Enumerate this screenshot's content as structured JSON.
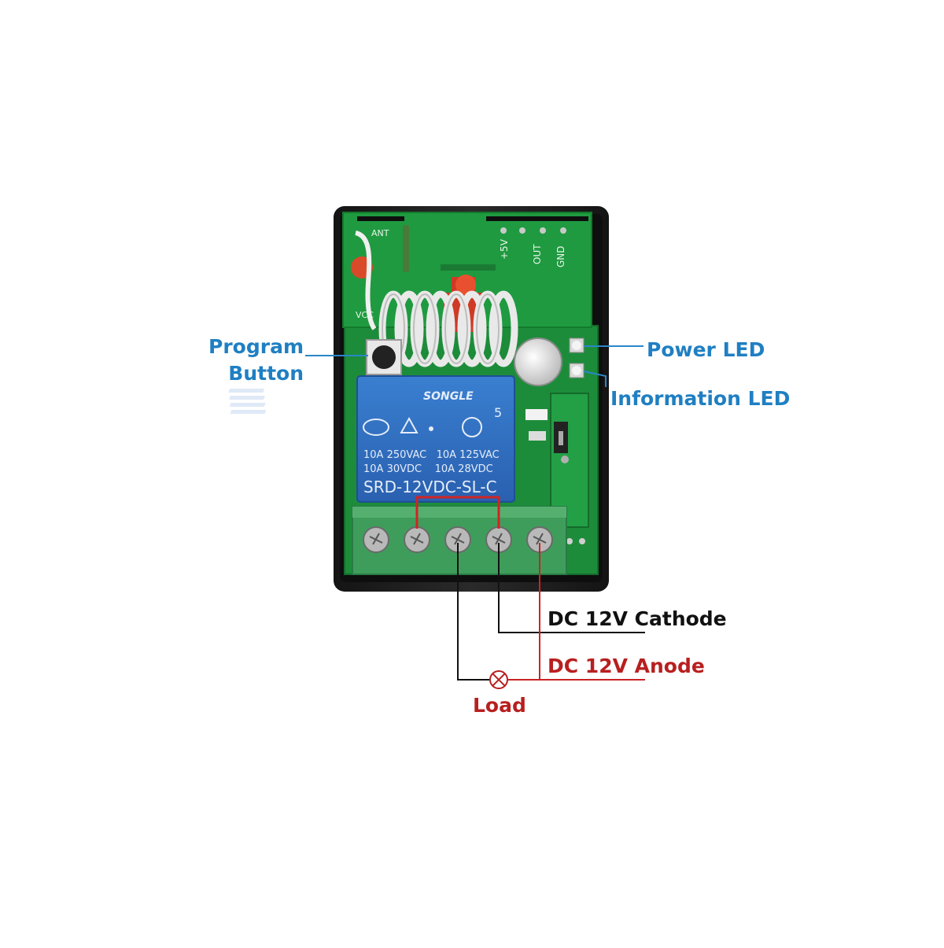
{
  "callouts": {
    "program_button": {
      "line1": "Program",
      "line2": "Button"
    },
    "power_led": "Power LED",
    "information_led": "Information LED",
    "cathode": "DC 12V Cathode",
    "anode": "DC 12V Anode",
    "load": "Load"
  },
  "relay": {
    "brand": "SONGLE",
    "pin_count": "5",
    "rating_line1": "10A 250VAC   10A 125VAC",
    "rating_line2": "10A 30VDC    10A 28VDC",
    "model": "SRD-12VDC-SL-C"
  },
  "rf_module": {
    "pin_5v": "+5V",
    "pin_out": "OUT",
    "pin_gnd": "GND",
    "ant": "ANT",
    "vcc": "VCC"
  },
  "colors": {
    "callout_blue": "#1f7fc2",
    "anode_red": "#b81f1f",
    "wire_black": "#111111",
    "pcb_green": "#1d8c3a",
    "relay_blue": "#2f6fbf",
    "terminal_green": "#3f9d5c"
  },
  "icons": {
    "load": "lamp-symbol-icon"
  }
}
